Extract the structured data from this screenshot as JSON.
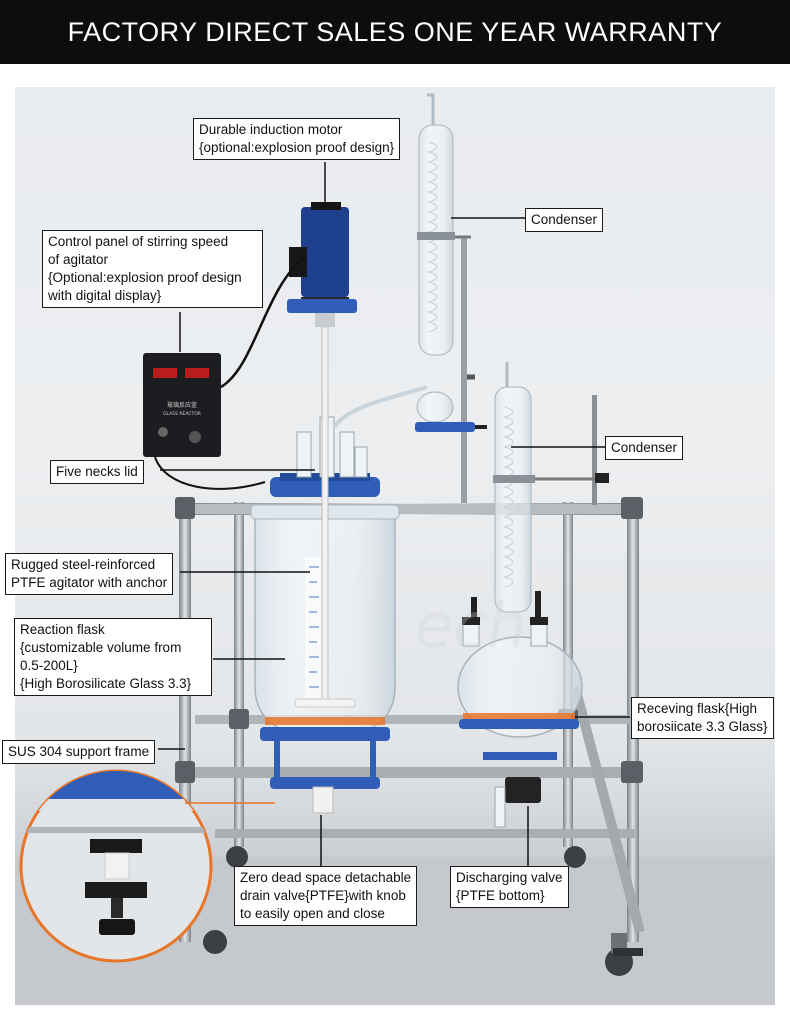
{
  "banner": {
    "text": "FACTORY DIRECT SALES ONE YEAR WARRANTY"
  },
  "labels": {
    "motor": [
      "Durable induction motor",
      "{optional:explosion proof design}"
    ],
    "condenser_top": [
      "Condenser"
    ],
    "control_panel": [
      "Control panel of stirring speed",
      "of agitator",
      "{Optional:explosion proof design",
      "with digital display}"
    ],
    "condenser_right": [
      "Condenser"
    ],
    "lid": [
      "Five necks lid"
    ],
    "agitator": [
      "Rugged steel-reinforced",
      "PTFE agitator with anchor"
    ],
    "flask": [
      "Reaction flask",
      "{customizable volume from",
      " 0.5-200L}",
      "{High Borosilicate Glass 3.3}"
    ],
    "receiving": [
      "Receving flask{High",
      "borosiicate 3.3 Glass}"
    ],
    "frame": [
      "SUS 304 support frame"
    ],
    "drain": [
      "Zero dead space detachable",
      "drain valve{PTFE}with knob",
      "to easily open and close"
    ],
    "discharge": [
      "Discharging valve",
      "{PTFE bottom}"
    ]
  },
  "device": {
    "panel_brand": "玻璃反应釜",
    "panel_sub": "GLASS REACTOR"
  },
  "colors": {
    "banner_bg": "#0d0d0d",
    "flange_blue": "#2f5db8",
    "motor_blue": "#1f3f8f",
    "steel": "#9aa0a6",
    "accent_orange": "#e8762a"
  }
}
